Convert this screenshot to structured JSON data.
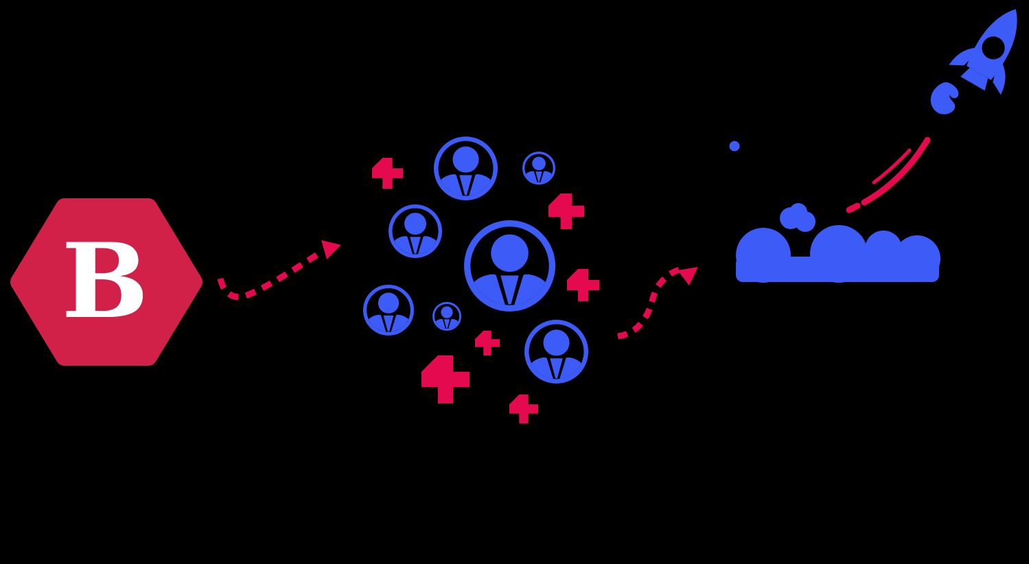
{
  "background": "#000000",
  "colors": {
    "brand_red": "#D22148",
    "accent_crimson": "#E5094F",
    "primary_blue": "#3D5BF7",
    "white": "#FFFFFF"
  },
  "logo": {
    "letter": "B",
    "shape": "hexagon-badge"
  },
  "icons": {
    "badge": "hexagon-brand-badge",
    "avatar": "user-avatar-icon",
    "plus": "plus-icon",
    "arrow": "dashed-curved-arrow",
    "cloud": "cloud-icon",
    "rocket": "rocket-icon",
    "trail": "rocket-trail"
  },
  "counts": {
    "user_avatars": 7,
    "plus_signs": 6,
    "arrows": 2
  }
}
